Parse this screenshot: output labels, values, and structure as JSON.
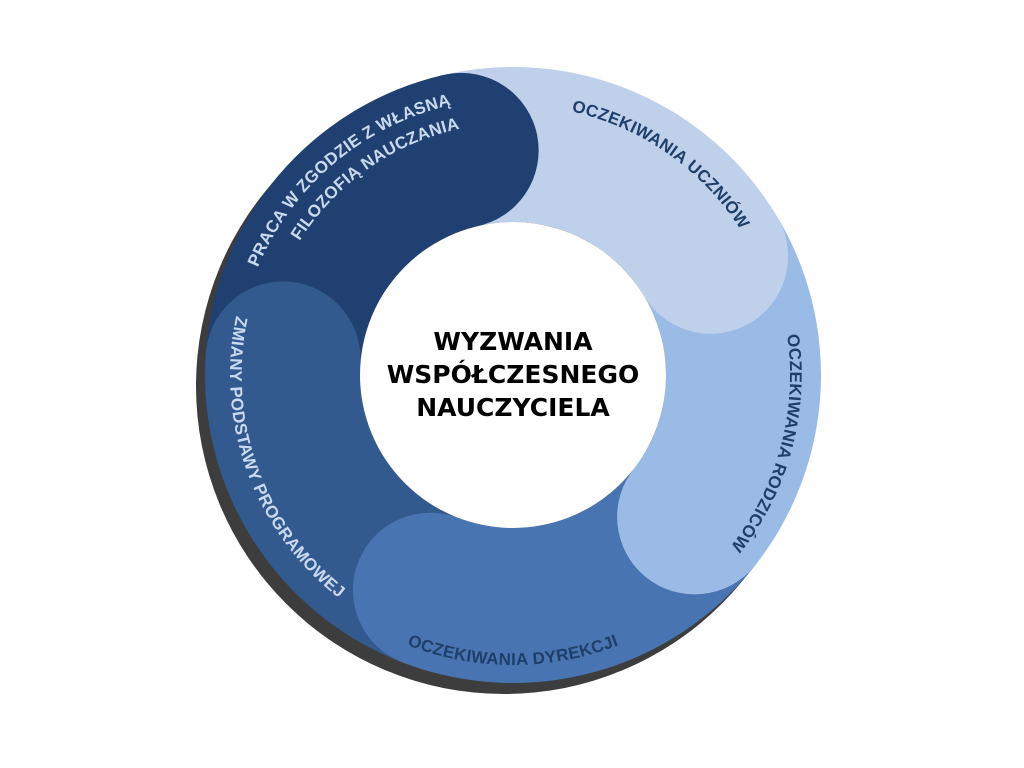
{
  "center_title": [
    "WYZWANIA",
    "WSPÓŁCZESNEGO",
    "NAUCZYCIELA"
  ],
  "segments": [
    {
      "label": "OCZEKIWANIA UCZNIÓW",
      "color": "#BFD1EA",
      "text_color": "#1F3F6B"
    },
    {
      "label": "OCZEKIWANIA RODZICÓW",
      "color": "#9ABBE6",
      "text_color": "#1F3F6B"
    },
    {
      "label": "OCZEKIWANIA DYREKCJI",
      "color": "#4874B1",
      "text_color": "#1F3F6B"
    },
    {
      "label": "ZMIANY PODSTAWY PROGRAMOWEJ",
      "color": "#335A8E",
      "text_color": "#C9DAF0"
    },
    {
      "label_line1": "PRACA W ZGODZIE Z WŁASNĄ",
      "label_line2": "FILOZOFIĄ NAUCZANIA",
      "color": "#1F4070",
      "text_color": "#C9DAF0"
    }
  ],
  "shadow_color": "#3D3D3D"
}
